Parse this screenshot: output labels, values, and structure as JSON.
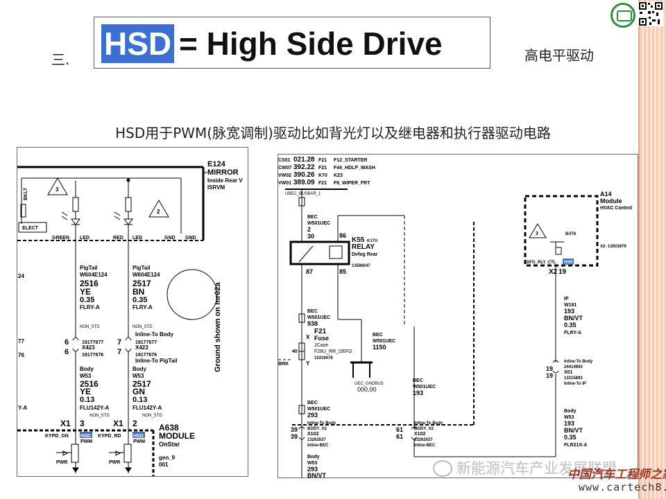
{
  "header": {
    "section_num": "三.",
    "title_hsd": "HSD",
    "title_rest": "= High Side Drive",
    "title_cn": "高电平驱动",
    "subtitle": "HSD用于PWM(脉宽调制)驱动比如背光灯以及继电器和执行器驱动电路"
  },
  "left_diagram": {
    "module_id": "E124",
    "module_name": "MIRROR",
    "module_sub1": "Inside Rear V",
    "module_sub2": "ISRVM",
    "bklt": "BKLT",
    "elect": "ELECT",
    "pins": [
      "GREEN",
      "LED",
      "RED",
      "LED",
      "GND",
      "GND"
    ],
    "note_3": "3",
    "note_2": "2",
    "ground_note": "Ground shown on mr02a",
    "w1": [
      "PigTail",
      "W604E124",
      "2516",
      "YE",
      "0.35",
      "FLRY-A",
      "NON_STD"
    ],
    "w2": [
      "PigTail",
      "W604E124",
      "2517",
      "BN",
      "0.35",
      "FLRY-A",
      "NON_STD"
    ],
    "x423": {
      "left_pins": [
        "6",
        "6"
      ],
      "right_pins": [
        "7",
        "7"
      ],
      "left_labels": [
        "19177677",
        "X423",
        "19177676"
      ],
      "right_head": "Inline-To Body",
      "right_labels": [
        "19177677",
        "X423",
        "19177676"
      ],
      "right_tail": "Inline-To PigTail"
    },
    "w3": [
      "Body",
      "W53",
      "2516",
      "YE",
      "0.13",
      "FLU142Y-A",
      "NON_STD"
    ],
    "w4": [
      "Body",
      "W53",
      "2517",
      "GN",
      "0.13",
      "FLU142Y-A",
      "NON_STD"
    ],
    "edge": [
      "24",
      "77",
      "76",
      "Y-A"
    ],
    "x1": [
      "X1",
      "3",
      "X1",
      "2"
    ],
    "a638": [
      "A638",
      "MODULE",
      "OnStar",
      "gen_9",
      "001"
    ],
    "kypd_gn": "KYPD_GN",
    "kypd_rd": "KYPD_RD",
    "hsd": "HSD",
    "pwm": "PWM",
    "pwr": "PWR"
  },
  "right_diagram": {
    "fuses": [
      [
        "CS01",
        "021.28",
        "F21",
        "F12_STARTER"
      ],
      [
        "CW07",
        "392.22",
        "F21",
        "F44_HDLP_WASH"
      ],
      [
        "VW02",
        "390.26",
        "K70",
        "K23"
      ],
      [
        "VW01",
        "389.09",
        "F21",
        "F6_WIPER_FRT"
      ]
    ],
    "busbar": "UBEC_BUSBAR_1",
    "bec1": [
      "BEC",
      "W501UEC",
      "2",
      "30"
    ],
    "relay": [
      "86",
      "K55",
      "K17U",
      "RELAY",
      "Defog Rear",
      "13586047",
      "87",
      "85"
    ],
    "bec2": [
      "BEC",
      "W501UEC",
      "938"
    ],
    "fuse": [
      "F21",
      "Fuse",
      "JCase",
      "F28U_RR_DEFG",
      "15319478",
      "40",
      "X",
      "Y"
    ],
    "bec3": [
      "BEC",
      "W501UEC",
      "1150"
    ],
    "gnd": [
      "UEC_GNDBUS",
      "000.00"
    ],
    "brk": "BRK",
    "bec4": [
      "BEC",
      "W501UEC",
      "193"
    ],
    "bec5": [
      "BEC",
      "W501UEC",
      "293"
    ],
    "x102_left": [
      "39",
      "39",
      "Inline-To Body",
      "BODY_X2",
      "X102",
      "13262027",
      "Inline-BEC"
    ],
    "x102_mid": [
      "61",
      "61",
      "Inline-To Body",
      "BODY_X2",
      "X102",
      "13262027",
      "Inline-BEC"
    ],
    "body_w53": [
      "Body",
      "W53",
      "293",
      "BN/VT"
    ],
    "a14": [
      "A14",
      "Module",
      "HVAC Control",
      "BAT6",
      "3",
      "DFG_RLY_CTL",
      "HSD",
      "X2- 13503879",
      "X2",
      "19"
    ],
    "ip": [
      "IP",
      "W191",
      "193",
      "BN/VT",
      "0.35",
      "FLRY-A"
    ],
    "x01": [
      "19",
      "19",
      "Inline-To Body",
      "24414905",
      "X01",
      "13315893",
      "Inline-To IP"
    ],
    "body2": [
      "Body",
      "W53",
      "193",
      "BN/VT",
      "0.35",
      "FLR21X-A"
    ]
  },
  "watermark": {
    "text": "新能源汽车产业发展联盟",
    "site_cn": "中国汽车工程师之家",
    "url": "www.cartech8.com"
  },
  "colors": {
    "hsd_blue": "#3b6fd1",
    "stripe": "#f6c9b4"
  }
}
